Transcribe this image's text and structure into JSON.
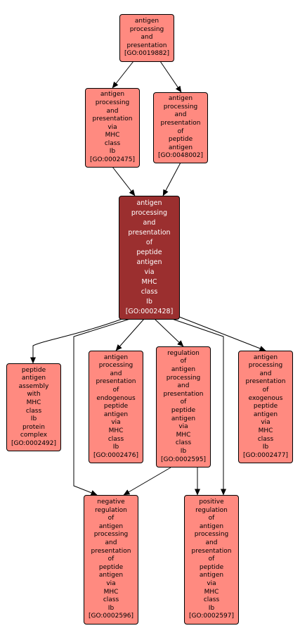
{
  "nodes": [
    {
      "id": "n19882",
      "label": "antigen\nprocessing\nand\npresentation\n[GO:0019882]"
    },
    {
      "id": "n2475",
      "label": "antigen\nprocessing\nand\npresentation\nvia\nMHC\nclass\nIb\n[GO:0002475]"
    },
    {
      "id": "n48002",
      "label": "antigen\nprocessing\nand\npresentation\nof\npeptide\nantigen\n[GO:0048002]"
    },
    {
      "id": "n2428",
      "label": "antigen\nprocessing\nand\npresentation\nof\npeptide\nantigen\nvia\nMHC\nclass\nIb\n[GO:0002428]"
    },
    {
      "id": "n2492",
      "label": "peptide\nantigen\nassembly\nwith\nMHC\nclass\nIb\nprotein\ncomplex\n[GO:0002492]"
    },
    {
      "id": "n2476",
      "label": "antigen\nprocessing\nand\npresentation\nof\nendogenous\npeptide\nantigen\nvia\nMHC\nclass\nIb\n[GO:0002476]"
    },
    {
      "id": "n2595",
      "label": "regulation\nof\nantigen\nprocessing\nand\npresentation\nof\npeptide\nantigen\nvia\nMHC\nclass\nIb\n[GO:0002595]"
    },
    {
      "id": "n2477",
      "label": "antigen\nprocessing\nand\npresentation\nof\nexogenous\npeptide\nantigen\nvia\nMHC\nclass\nIb\n[GO:0002477]"
    },
    {
      "id": "n2596",
      "label": "negative\nregulation\nof\nantigen\nprocessing\nand\npresentation\nof\npeptide\nantigen\nvia\nMHC\nclass\nIb\n[GO:0002596]"
    },
    {
      "id": "n2597",
      "label": "positive\nregulation\nof\nantigen\nprocessing\nand\npresentation\nof\npeptide\nantigen\nvia\nMHC\nclass\nIb\n[GO:0002597]"
    }
  ],
  "colors": {
    "node_fill": "#ff8a80",
    "focus_fill": "#9b2f2f",
    "focus_text": "#ffffff",
    "edge": "#000000"
  }
}
